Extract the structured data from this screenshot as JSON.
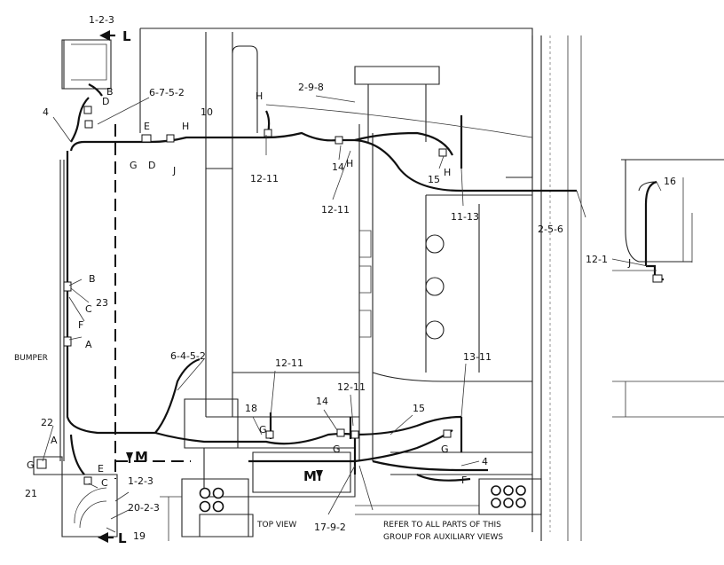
{
  "view_labels": {
    "top_view": "TOP VIEW",
    "note_line1": "REFER TO ALL PARTS OF THIS",
    "note_line2": "GROUP FOR AUXILIARY VIEWS",
    "bumper": "BUMPER"
  },
  "section_markers": {
    "L_top": "L",
    "L_bottom": "L",
    "M_left": "M",
    "M_center": "M"
  },
  "callouts": {
    "c_1_2_3_top": "1-2-3",
    "c_B_top": "B",
    "c_D_top": "D",
    "c_6_7_5_2": "6-7-5-2",
    "c_4_top": "4",
    "c_E": "E",
    "c_H_left": "H",
    "c_G_top": "G",
    "c_D_mid": "D",
    "c_J_top": "J",
    "c_10": "10",
    "c_H_center": "H",
    "c_2_9_8": "2-9-8",
    "c_12_11_a": "12-11",
    "c_14_top": "14",
    "c_H_right": "H",
    "c_15_top": "15",
    "c_H_far": "H",
    "c_12_11_b": "12-11",
    "c_11_13": "11-13",
    "c_2_5_6": "2-5-6",
    "c_16": "16",
    "c_12_1": "12-1",
    "c_J_aux": "J",
    "c_B_mid": "B",
    "c_23": "23",
    "c_C_mid": "C",
    "c_F_mid": "F",
    "c_A_mid": "A",
    "c_6_4_5_2": "6-4-5-2",
    "c_12_11_c": "12-11",
    "c_13_11": "13-11",
    "c_12_11_d": "12-11",
    "c_18": "18",
    "c_14_bot": "14",
    "c_15_bot": "15",
    "c_G_bot_a": "G",
    "c_G_bot_b": "G",
    "c_G_bot_c": "G",
    "c_4_bot": "4",
    "c_F_bot": "F",
    "c_22": "22",
    "c_A_bot": "A",
    "c_G_left": "G",
    "c_21": "21",
    "c_E_bot": "E",
    "c_C_bot": "C",
    "c_1_2_3_bot": "1-2-3",
    "c_20_2_3": "20-2-3",
    "c_19": "19",
    "c_17_9_2": "17-9-2"
  }
}
